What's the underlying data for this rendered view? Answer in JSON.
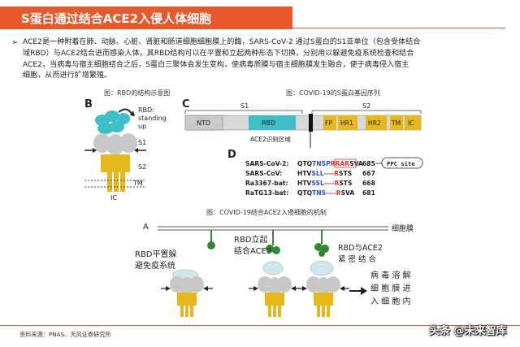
{
  "title": "S蛋白通过结合ACE2入侵人体细胞",
  "paragraph": {
    "marker": "➢",
    "lines": [
      "ACE2是一种附着在肺、动脉、心脏、肾脏和肠道细胞细胞膜上的酶，SARS-CoV-2 通过S蛋白的S1亚单位（包含受体结合",
      "域RBD）与ACE2结合进而感染人体，其RBD结构可以在平置和立起两种形态下切换，分别用以躲避免疫系统检查和结合",
      "ACE2，当病毒与宿主细胞结合之后，S蛋白三聚体会发生变构，使病毒质膜与宿主细胞膜发生融合，使于病毒侵入宿主",
      "细胞，从而进行扩增繁殖。"
    ]
  },
  "fig_b": {
    "caption": "图：RBD的结构示意图",
    "letter": "B",
    "rbd_label": [
      "RBD:",
      "standing",
      "up"
    ],
    "s1": "S1",
    "s2": "S2",
    "tm": "TM",
    "ic": "IC",
    "colors": {
      "rbd": "#3dbfc9",
      "s1": "#c8c8c8",
      "s2": "#e7b81c"
    }
  },
  "fig_c": {
    "caption": "图：COVID-19的S蛋白基因序列",
    "letter": "C",
    "s1": "S1",
    "s2": "S2",
    "segments": [
      "NTD",
      "RBD",
      "FP",
      "HR1",
      "HR2",
      "TM",
      "IC"
    ],
    "ace2_label": "ACE2识别区域",
    "colors": {
      "ntd": "#c9c9c9",
      "rbd": "#3dbfc9",
      "orange": "#e7b81c"
    }
  },
  "fig_d": {
    "letter": "D",
    "rows": [
      {
        "name": "SARS-CoV-2:",
        "seq_black1": "QTQ",
        "seq_blue": "TNSP",
        "seq_red": "RRAR",
        "seq_black2": "SVA",
        "num": "685"
      },
      {
        "name": "SARS-CoV:",
        "seq_black1": "HTV",
        "seq_blue": "SLL",
        "seq_red": "----R",
        "seq_black2": "STS",
        "num": "667"
      },
      {
        "name": "Ra3367-bat:",
        "seq_black1": "HTV",
        "seq_blue": "SSL",
        "seq_red": "----R",
        "seq_black2": "STS",
        "num": "668"
      },
      {
        "name": "RaTG13-bat:",
        "seq_black1": "QTQ",
        "seq_blue": "TNS",
        "seq_red": "----R",
        "seq_black2": "SVA",
        "num": "681"
      }
    ],
    "badge": "PPC site"
  },
  "fig_a": {
    "caption": "图：COVID-19结合ACE2入侵细胞的机制",
    "letter": "A",
    "membrane": "细胞膜",
    "step1": [
      "RBD平置躲",
      "避免疫系统"
    ],
    "step2": [
      "RBD立起",
      "结合ACE2"
    ],
    "step3": [
      "RBD与ACE2",
      "紧 密 结 合"
    ],
    "result": [
      "病 毒 溶 解",
      "细 胞 膜 进",
      "入 细 胞 内"
    ]
  },
  "footer": {
    "source": "资料来源：PNAS、天风证券研究所",
    "watermark": "头条 @未来智库"
  }
}
